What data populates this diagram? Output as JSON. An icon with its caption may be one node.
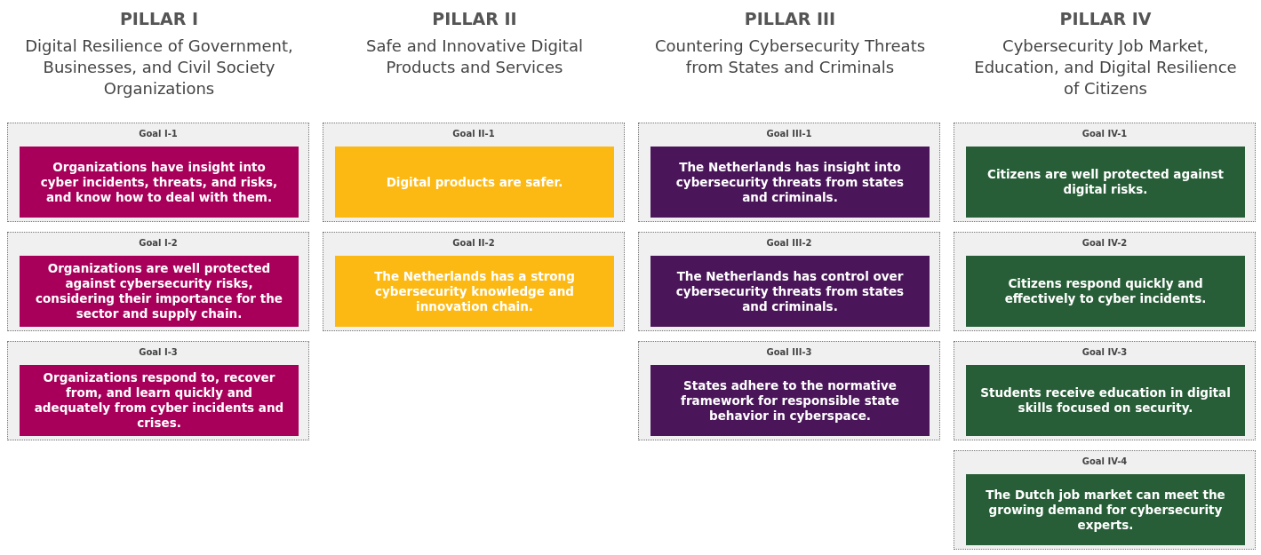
{
  "diagram": {
    "nodes": [
      {
        "text": [
          "Goal I-1"
        ]
      },
      {
        "text": [
          "Organizations have insight into cyber incidents, threats, and risks, and know how to deal with them."
        ],
        "in": 0
      },
      {
        "text": [
          "Goal I-2"
        ]
      },
      {
        "text": [
          "Organizations are well protected against cybersecurity risks, considering their importance for the sector and supply chain."
        ],
        "in": 2
      },
      {
        "text": [
          "Goal I-3"
        ]
      },
      {
        "text": [
          "Organizations respond to, recover from, and learn quickly and adequately from cyber incidents and crises."
        ],
        "in": 4
      },
      {
        "text": [
          "Goal II-1"
        ]
      },
      {
        "text": [
          "Digital products are safer."
        ],
        "in": 6
      },
      {
        "text": [
          "Goal II-2"
        ]
      },
      {
        "text": [
          "The Netherlands has a strong cybersecurity knowledge and innovation chain."
        ],
        "in": 8
      },
      {
        "text": [
          "Goal III-1"
        ]
      },
      {
        "text": [
          "The Netherlands has insight into cybersecurity threats from states and criminals."
        ],
        "in": 10
      },
      {
        "text": [
          "Goal III-2"
        ]
      },
      {
        "text": [
          "The Netherlands has control over cybersecurity threats from states and criminals."
        ],
        "in": 12
      },
      {
        "text": [
          "Goal III-3"
        ]
      },
      {
        "text": [
          "States adhere to the normative framework for responsible state behavior in cyberspace."
        ],
        "in": 14
      },
      {
        "text": [
          "Goal IV-1"
        ]
      },
      {
        "text": [
          "Citizens are well protected against digital risks."
        ],
        "in": 16
      },
      {
        "text": [
          "Goal IV-2"
        ]
      },
      {
        "text": [
          "Citizens respond quickly and effectively to cyber incidents."
        ],
        "in": 18
      },
      {
        "text": [
          "Goal IV-3"
        ]
      },
      {
        "text": [
          "Students receive education in digital skills focused on security."
        ],
        "in": 20
      },
      {
        "text": [
          "Goal IV-4"
        ]
      },
      {
        "text": [
          "The Dutch job market can meet the growing demand for cybersecurity experts."
        ],
        "in": 22
      }
    ],
    "labels": [
      "PILLAR I",
      "Digital Resilience of Government, Businesses, and Civil Society Organizations",
      "PILLAR II",
      "Safe and Innovative Digital Products and Services",
      "PILLAR III",
      "Countering Cybersecurity Threats from States and Criminals",
      "PILLAR IV",
      "Cybersecurity Job Market, Education, and Digital Resilience of Citizens"
    ]
  }
}
